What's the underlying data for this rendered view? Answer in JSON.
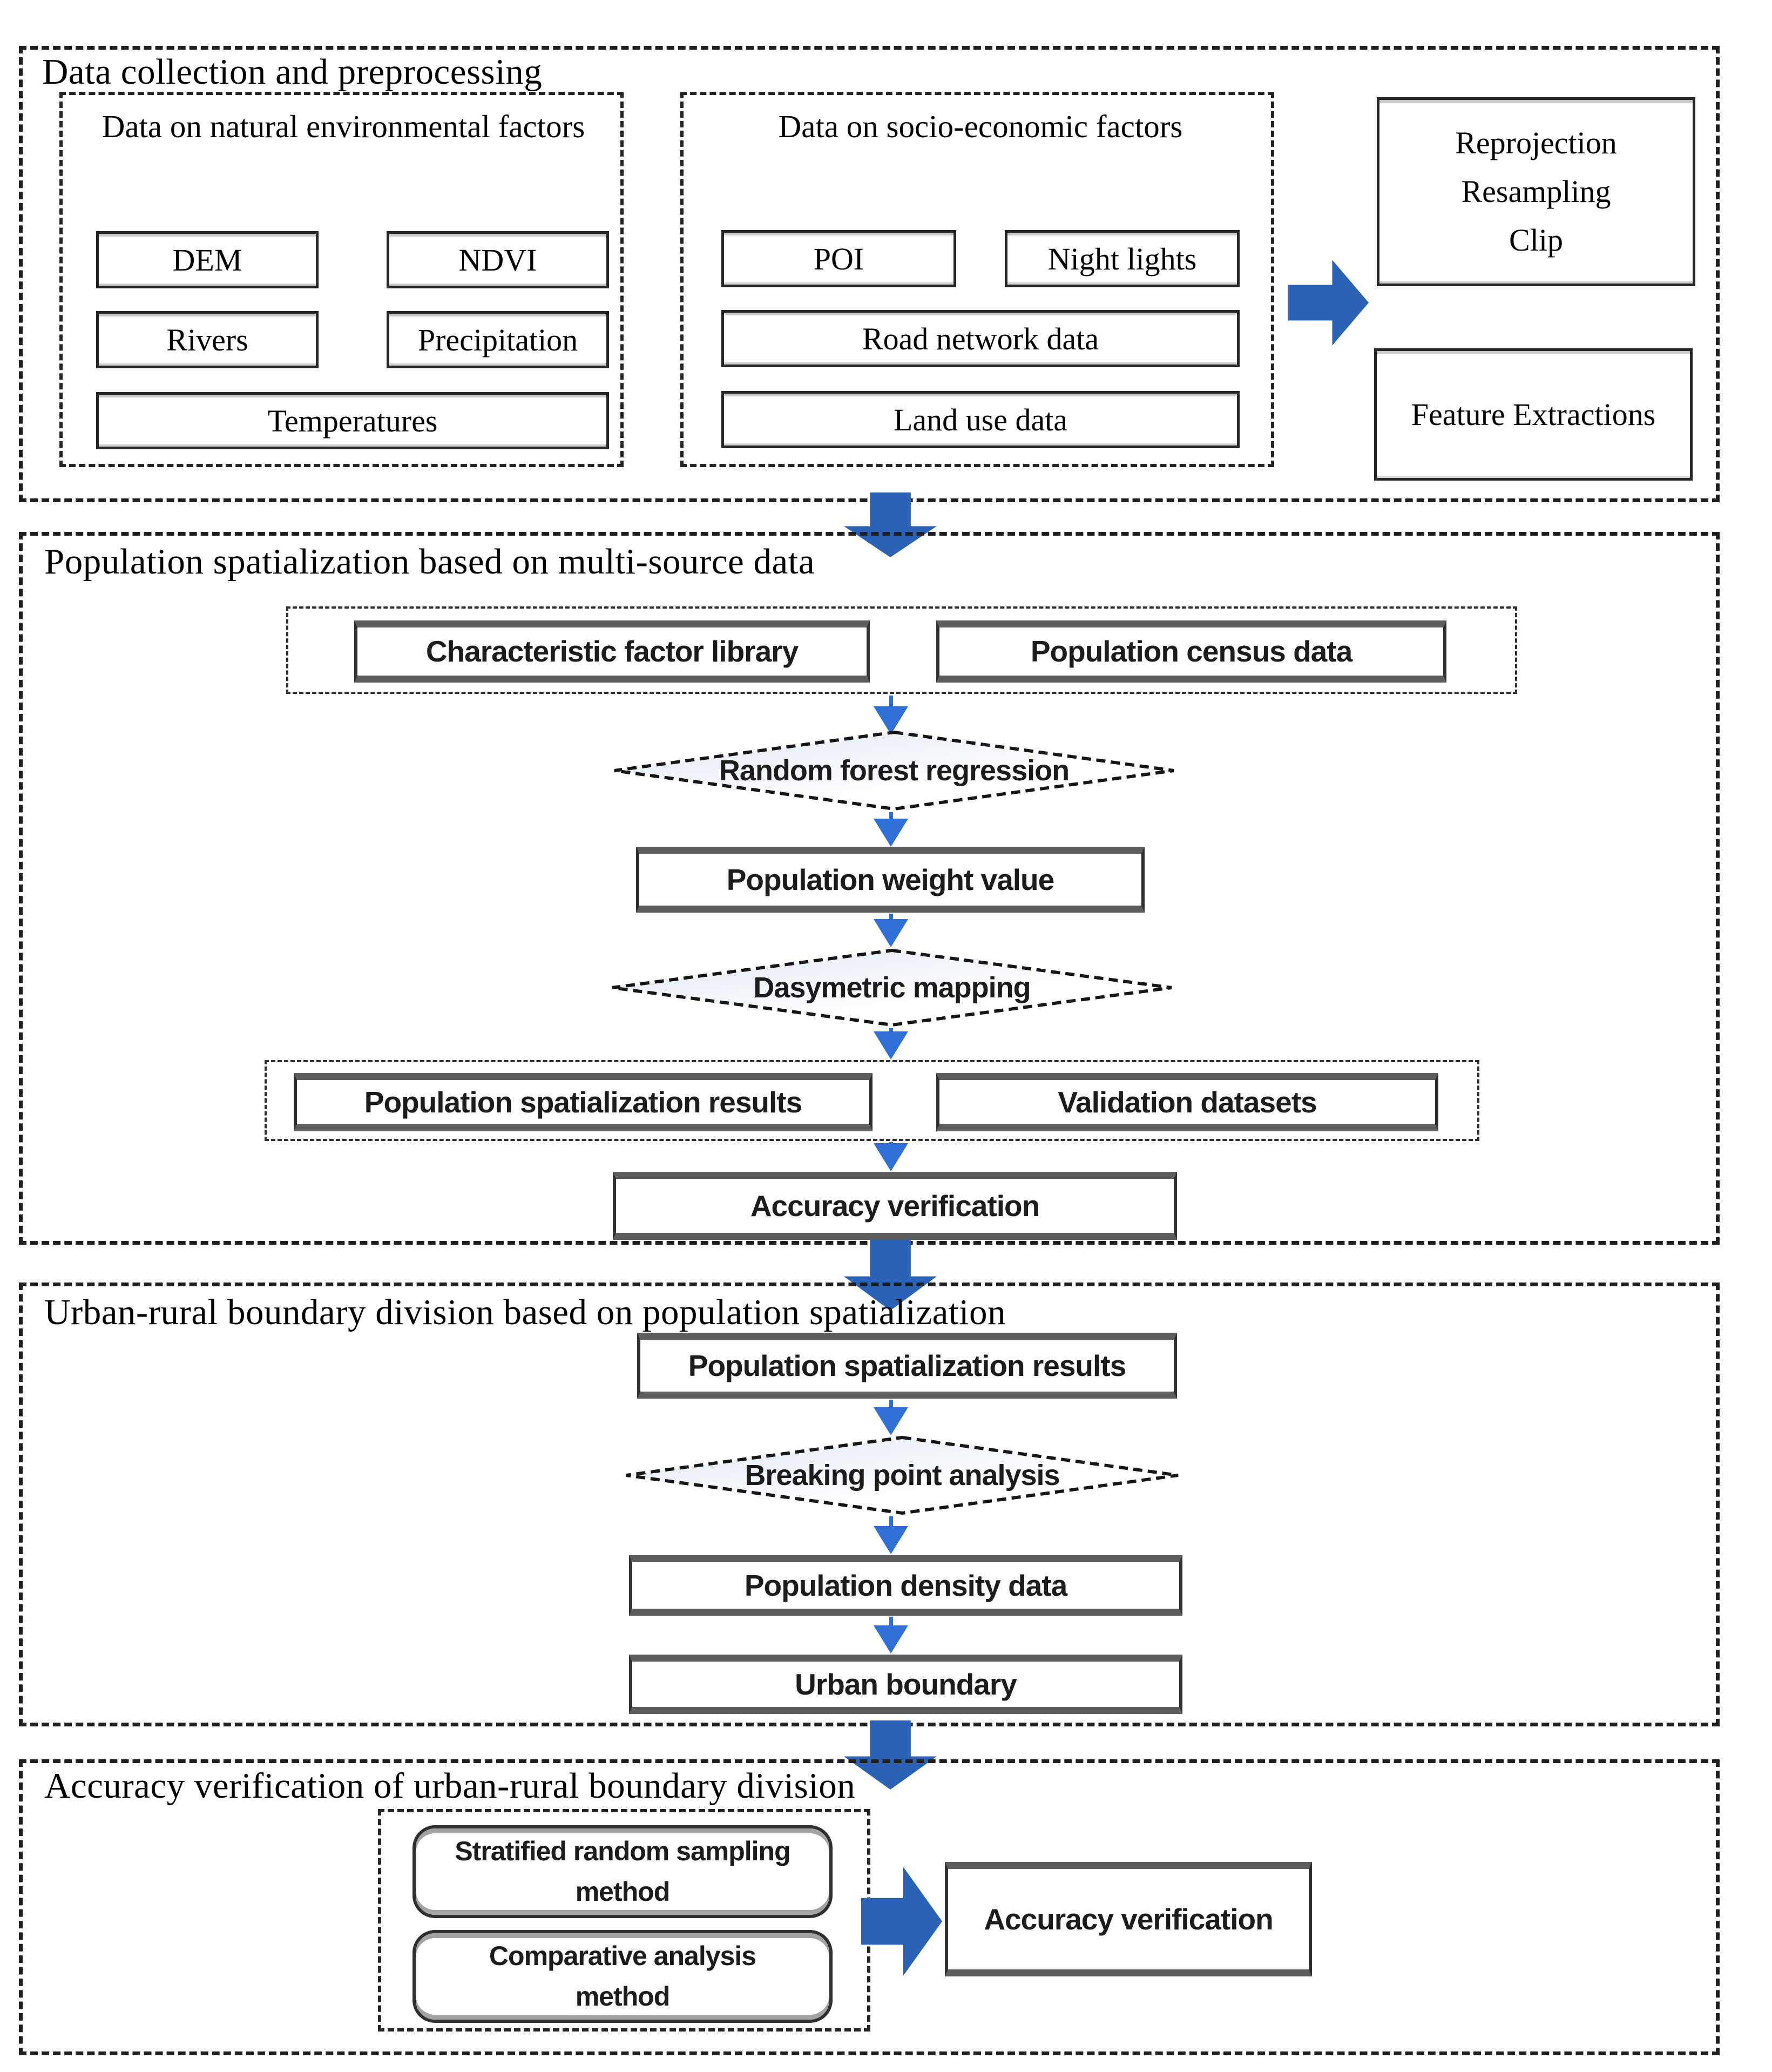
{
  "colors": {
    "block_arrow_blue": "#2b62b5",
    "flow_arrow_blue": "#2f6fd6",
    "diamond_fill_tint": "#dfe6f2",
    "dash_border": "#1f1f1f"
  },
  "section1": {
    "title": "Data collection and preprocessing",
    "natural": {
      "title": "Data on natural environmental factors",
      "items": [
        "DEM",
        "NDVI",
        "Rivers",
        "Precipitation",
        "Temperatures"
      ]
    },
    "socio": {
      "title": "Data on socio-economic factors",
      "items": [
        "POI",
        "Night lights",
        "Road network data",
        "Land use data"
      ]
    },
    "processing_box": "Reprojection\nResampling\nClip",
    "feature_box": "Feature Extractions"
  },
  "section2": {
    "title": "Population spatialization based on multi-source data",
    "inputs": [
      "Characteristic factor library",
      "Population census data"
    ],
    "random_forest": "Random forest regression",
    "weight_value": "Population weight value",
    "dasymetric": "Dasymetric mapping",
    "outputs": [
      "Population spatialization results",
      "Validation datasets"
    ],
    "accuracy": "Accuracy verification"
  },
  "section3": {
    "title": "Urban-rural boundary division based on population spatialization",
    "spatialization_results": "Population spatialization results",
    "breaking_point": "Breaking point analysis",
    "density_data": "Population density data",
    "urban_boundary": "Urban boundary"
  },
  "section4": {
    "title": "Accuracy verification of urban-rural boundary division",
    "methods": [
      "Stratified random sampling method",
      "Comparative analysis method"
    ],
    "accuracy": "Accuracy verification"
  }
}
